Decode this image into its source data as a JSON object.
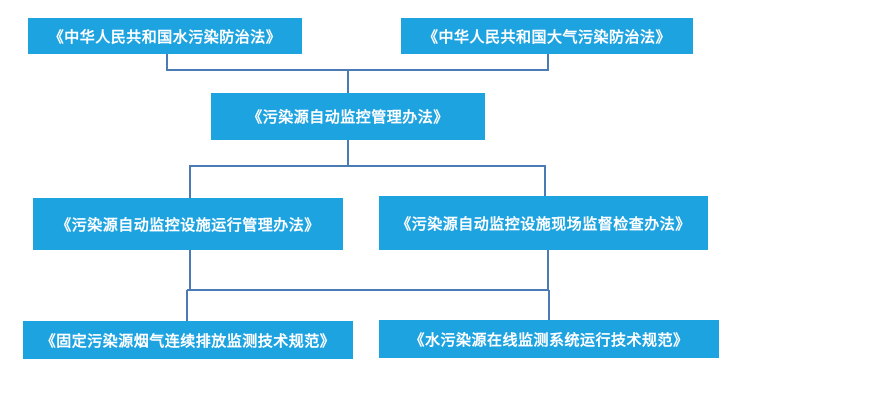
{
  "diagram": {
    "nodes": [
      {
        "id": "water_law",
        "label": "《中华人民共和国水污染防治法》"
      },
      {
        "id": "air_law",
        "label": "《中华人民共和国大气污染防治法》"
      },
      {
        "id": "auto_monitor_mgmt",
        "label": "《污染源自动监控管理办法》"
      },
      {
        "id": "facility_operation",
        "label": "《污染源自动监控设施运行管理办法》"
      },
      {
        "id": "onsite_supervision",
        "label": "《污染源自动监控设施现场监督检查办法》"
      },
      {
        "id": "flue_gas_spec",
        "label": "《固定污染源烟气连续排放监测技术规范》"
      },
      {
        "id": "water_online_spec",
        "label": "《水污染源在线监测系统运行技术规范》"
      }
    ],
    "edges": [
      {
        "from": "water_law",
        "to": "auto_monitor_mgmt"
      },
      {
        "from": "air_law",
        "to": "auto_monitor_mgmt"
      },
      {
        "from": "auto_monitor_mgmt",
        "to": "facility_operation"
      },
      {
        "from": "auto_monitor_mgmt",
        "to": "onsite_supervision"
      },
      {
        "from": "facility_operation",
        "to": "flue_gas_spec"
      },
      {
        "from": "facility_operation",
        "to": "water_online_spec"
      },
      {
        "from": "onsite_supervision",
        "to": "flue_gas_spec"
      },
      {
        "from": "onsite_supervision",
        "to": "water_online_spec"
      }
    ],
    "colors": {
      "box_fill": "#1ea3e1",
      "box_text": "#ffffff",
      "connector": "#4a7bb5"
    }
  }
}
